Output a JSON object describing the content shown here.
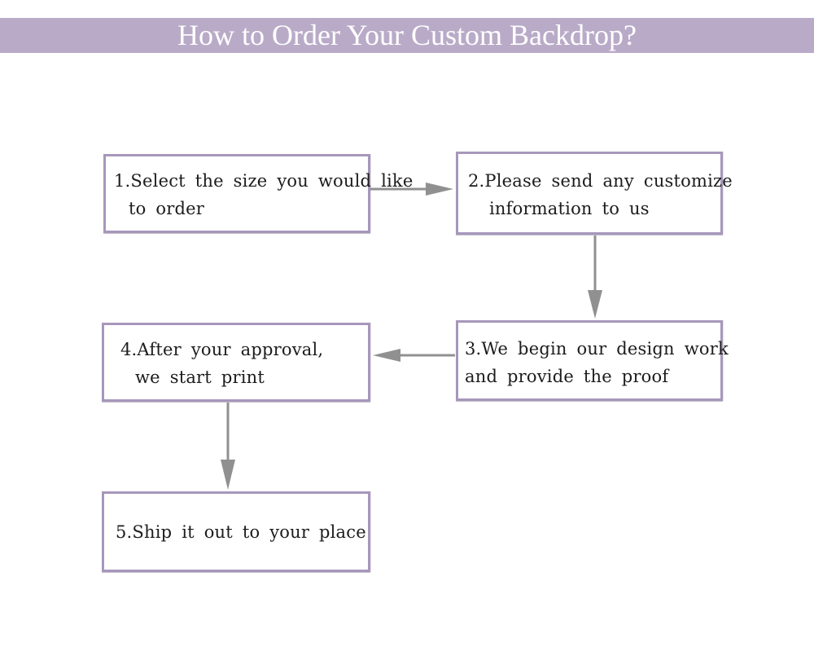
{
  "banner": {
    "title": "How to Order Your Custom Backdrop?",
    "bg_color": "#b9abc8",
    "text_color": "#ffffff"
  },
  "flow": {
    "box_border_color": "#a797bb",
    "arrow_color": "#909090",
    "text_color": "#1c1c1c",
    "steps": [
      {
        "line1": "1.Select the size you would like",
        "line2": "to order"
      },
      {
        "line1": "2.Please send any customize",
        "line2": "information to us"
      },
      {
        "line1": "3.We begin our design work",
        "line2": "and provide the proof"
      },
      {
        "line1": "4.After your approval,",
        "line2": "we start print"
      },
      {
        "line1": "5.Ship it out to your place",
        "line2": ""
      }
    ]
  }
}
